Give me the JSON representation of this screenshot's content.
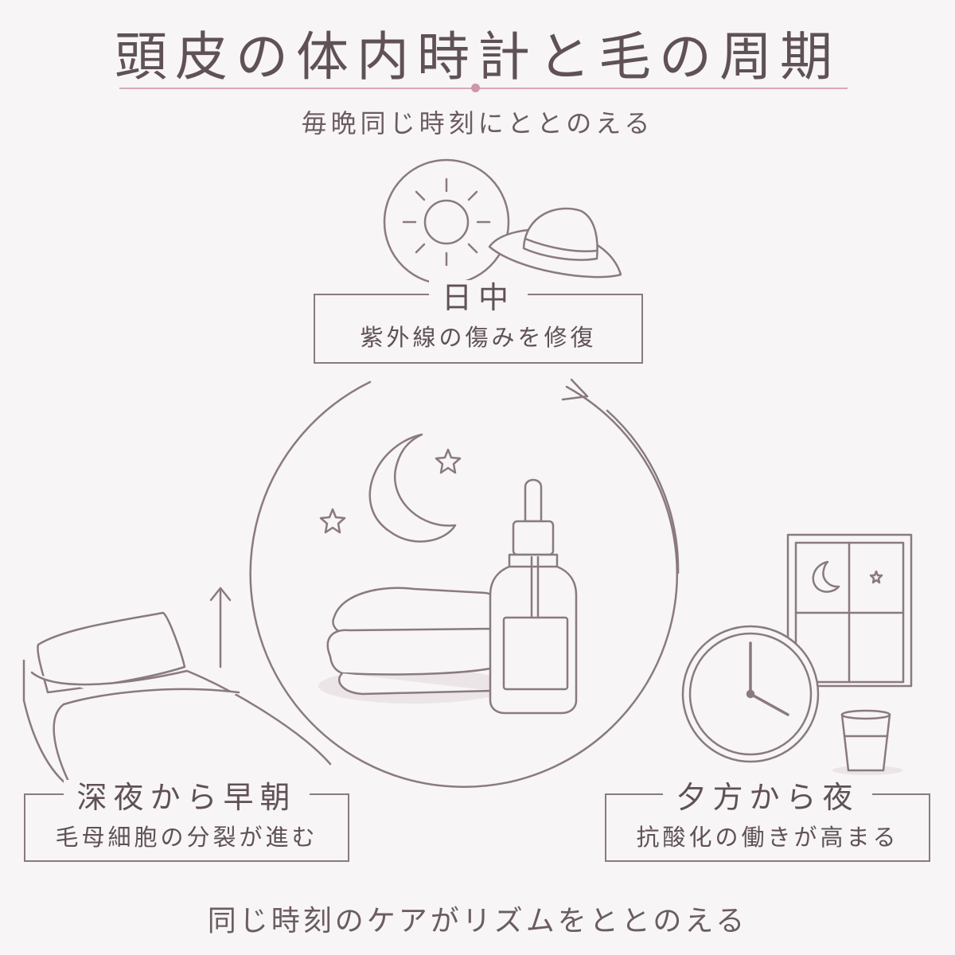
{
  "title": "頭皮の体内時計と毛の周期",
  "subtitle": "毎晩同じ時刻にととのえる",
  "footer": "同じ時刻のケアがリズムをととのえる",
  "labels": {
    "daytime": {
      "head": "日中",
      "body": "紫外線の傷みを修復"
    },
    "late_night": {
      "head": "深夜から早朝",
      "body": "毛母細胞の分裂が進む"
    },
    "evening": {
      "head": "夕方から夜",
      "body": "抗酸化の働きが高まる"
    }
  },
  "icons": [
    "sun-icon",
    "hat-icon",
    "moon-icon",
    "star-icon",
    "serum-bottle-icon",
    "towel-icon",
    "bed-icon",
    "window-icon",
    "clock-icon",
    "glass-icon",
    "arrow-right-icon",
    "arrow-up-icon"
  ],
  "colors": {
    "line": "#8a7a80",
    "accent": "#d9a9b7",
    "text": "#5f5157",
    "background": "#f7f5f6"
  }
}
